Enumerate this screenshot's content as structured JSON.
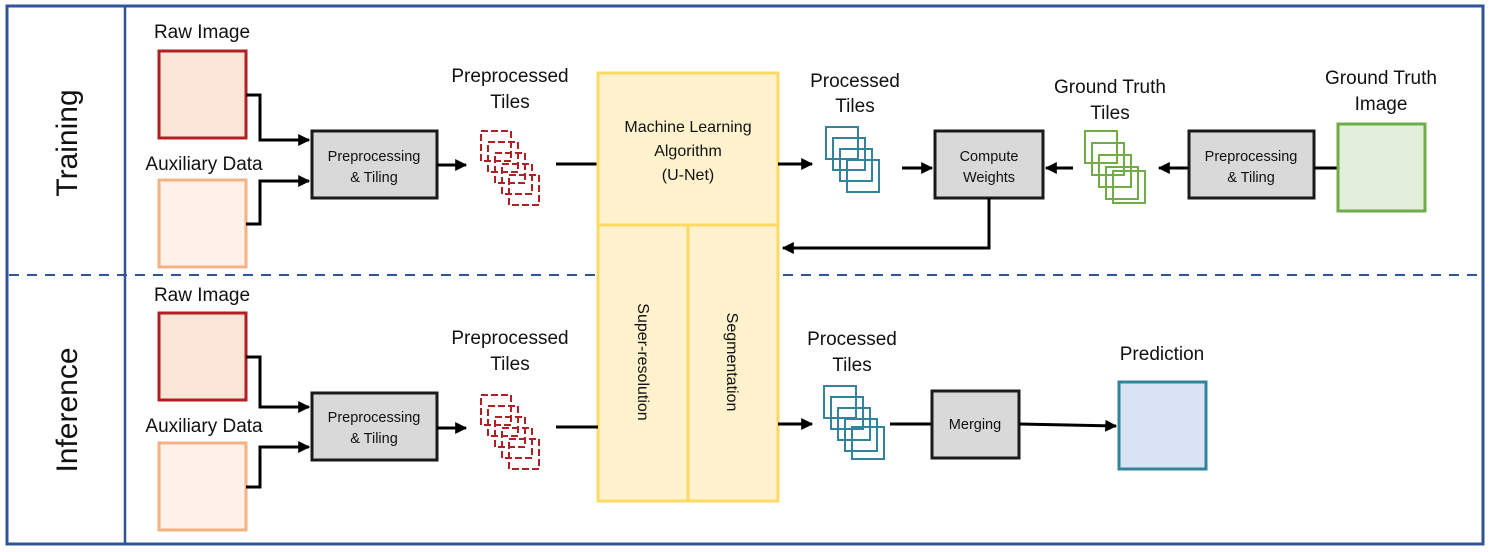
{
  "sections": {
    "training": "Training",
    "inference": "Inference"
  },
  "training": {
    "raw_image": "Raw Image",
    "auxiliary_data": "Auxiliary Data",
    "preprocess_line1": "Preprocessing",
    "preprocess_line2": "& Tiling",
    "preprocessed_tiles_line1": "Preprocessed",
    "preprocessed_tiles_line2": "Tiles",
    "processed_tiles_line1": "Processed",
    "processed_tiles_line2": "Tiles",
    "compute_weights_line1": "Compute",
    "compute_weights_line2": "Weights",
    "gt_tiles_line1": "Ground Truth",
    "gt_tiles_line2": "Tiles",
    "gt_preprocess_line1": "Preprocessing",
    "gt_preprocess_line2": "& Tiling",
    "gt_image_line1": "Ground Truth",
    "gt_image_line2": "Image"
  },
  "model": {
    "line1": "Machine Learning",
    "line2": "Algorithm",
    "line3": "(U-Net)",
    "branch1": "Super-resolution",
    "branch2": "Segmentation"
  },
  "inference": {
    "raw_image": "Raw Image",
    "auxiliary_data": "Auxiliary Data",
    "preprocess_line1": "Preprocessing",
    "preprocess_line2": "& Tiling",
    "preprocessed_tiles_line1": "Preprocessed",
    "preprocessed_tiles_line2": "Tiles",
    "processed_tiles_line1": "Processed",
    "processed_tiles_line2": "Tiles",
    "merging": "Merging",
    "prediction": "Prediction"
  },
  "colors": {
    "frame": "#2f5597",
    "raw_image_fill": "#fbe5d6",
    "raw_image_stroke": "#b01f24",
    "aux_fill": "#fdf1ea",
    "aux_stroke": "#f4b183",
    "model_fill": "#fff2cc",
    "model_stroke": "#ffd966",
    "tile_red": "#b01f24",
    "tile_blue": "#31849b",
    "tile_green": "#70ad47",
    "gt_fill": "#e2efda",
    "prediction_fill": "#dae3f3"
  }
}
